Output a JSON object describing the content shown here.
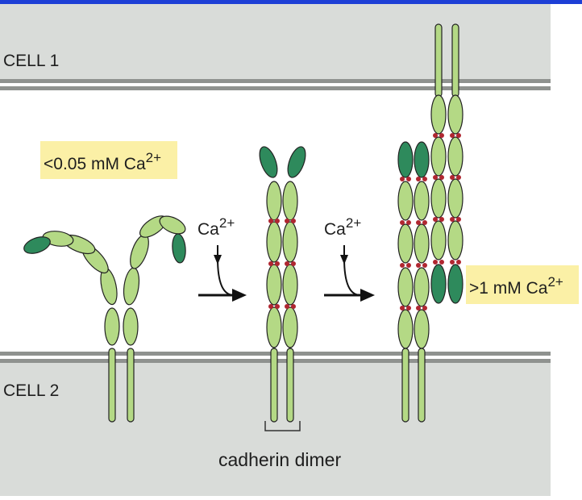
{
  "cell_top_label": "CELL 1",
  "cell_bottom_label": "CELL 2",
  "low_ca": {
    "text": "<0.05 mM Ca",
    "sup": "2+"
  },
  "high_ca": {
    "text": ">1 mM Ca",
    "sup": "2+"
  },
  "arrow1": {
    "text": "Ca",
    "sup": "2+"
  },
  "arrow2": {
    "text": "Ca",
    "sup": "2+"
  },
  "dimer_label": "cadherin dimer",
  "colors": {
    "membrane_bg": "#d9dcd9",
    "membrane_line": "#8f928f",
    "domain_light": "#b4d985",
    "domain_dark": "#2e8a5c",
    "calcium": "#b02630",
    "highlight": "#fbf0a6",
    "top_bar": "#1d3fd6"
  }
}
